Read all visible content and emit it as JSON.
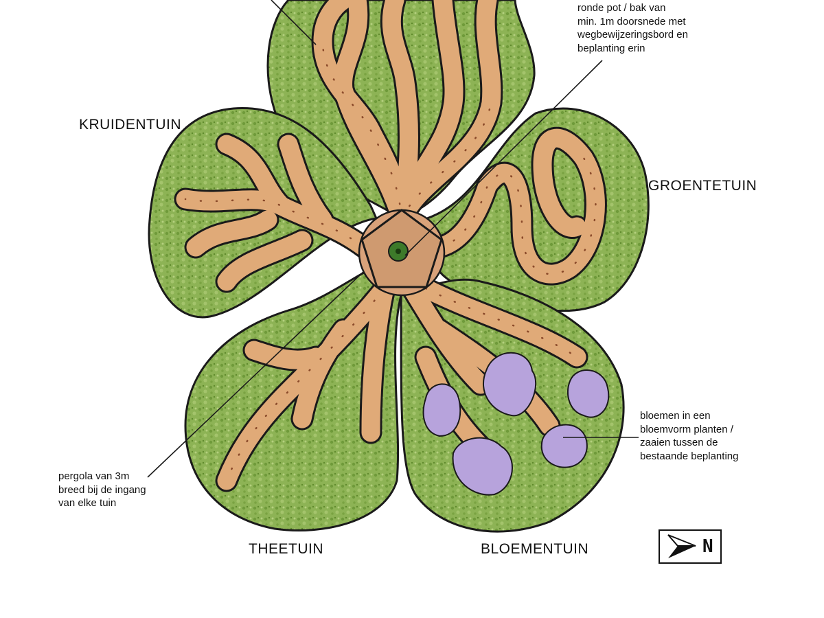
{
  "labels": {
    "kruidentuin": "KRUIDENTUIN",
    "groentetuin": "GROENTETUIN",
    "theetuin": "THEETUIN",
    "bloementuin": "BLOEMENTUIN"
  },
  "annotations": {
    "center_pot": [
      "ronde pot / bak van",
      "min. 1m doorsnede met",
      "wegbewijzeringsbord en",
      "beplanting erin"
    ],
    "pergola": [
      "pergola van 3m",
      "breed bij de ingang",
      "van elke tuin"
    ],
    "flowers": [
      "bloemen in een",
      "bloemvorm planten /",
      "zaaien tussen de",
      "bestaande beplanting"
    ]
  },
  "compass": {
    "letter": "N"
  },
  "colors": {
    "lawn": "#86ad4a",
    "lawn_dark": "#5f8a2c",
    "path": "#e0aa78",
    "flower_bed": "#b7a3dc",
    "outline": "#1a1a1a"
  }
}
